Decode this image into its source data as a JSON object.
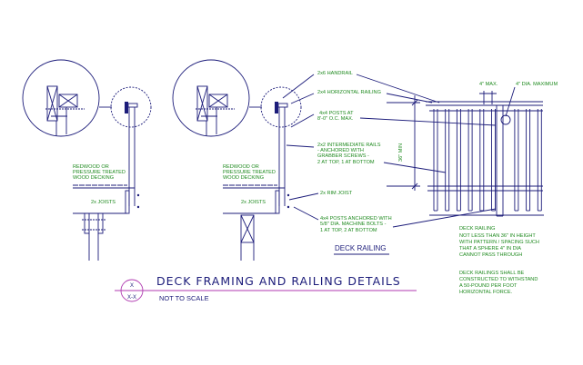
{
  "title": "DECK FRAMING AND RAILING DETAILS",
  "subtitle": "NOT TO SCALE",
  "section_marker": {
    "top": "X",
    "bottom": "X-X"
  },
  "left_detail": {
    "decking_note": [
      "REDWOOD OR",
      "PRESSURE TREATED",
      "WOOD DECKING"
    ],
    "joists": "2x JOISTS"
  },
  "middle_detail": {
    "decking_note": [
      "REDWOOD OR",
      "PRESSURE TREATED",
      "WOOD DECKING"
    ],
    "joists": "2x JOISTS"
  },
  "callouts": {
    "handrail": "2x6 HANDRAIL",
    "horizontal_railing": "2x4 HORIZONTAL RAILING",
    "posts": [
      "4x4 POSTS AT",
      "8'-0\" O.C. MAX."
    ],
    "intermediate_rails": [
      "2x2 INTERMEDIATE RAILS",
      "- ANCHORED WITH",
      "GRABBER SCREWS -",
      "2 AT TOP, 1 AT BOTTOM"
    ],
    "rim_joist": "2x RIM JOIST",
    "posts_anchored": [
      "4x4 POSTS ANCHORED WITH",
      "5/8\" DIA. MACHINE BOLTS -",
      "1 AT TOP, 2 AT BOTTOM"
    ],
    "spacing_max": "4\" MAX.",
    "sphere_max": "4\" DIA. MAXIMUM",
    "height_min": "36\" MIN"
  },
  "railing_label": "DECK RAILING",
  "notes": {
    "heading": "DECK RAILING",
    "note1": [
      "NOT LESS THAN 36\" IN HEIGHT",
      "WITH PATTERN / SPACING SUCH",
      "THAT A SPHERE 4\" IN DIA",
      "CANNOT PASS THROUGH"
    ],
    "note2": [
      "DECK RAILINGS SHALL BE",
      "CONSTRUCTED TO WITHSTAND",
      "A 50-POUND PER FOOT",
      "HORIZONTAL FORCE."
    ]
  }
}
